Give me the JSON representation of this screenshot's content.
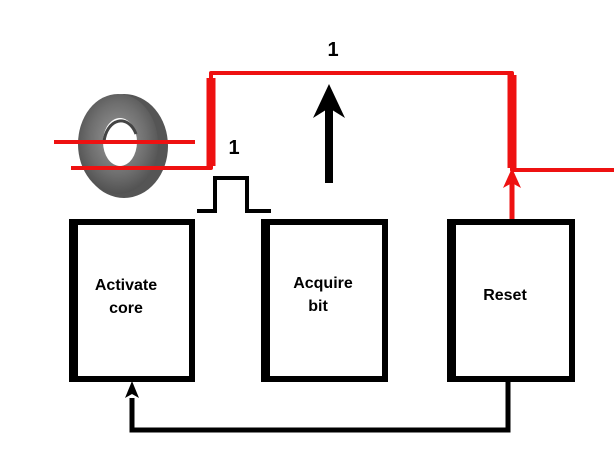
{
  "diagram": {
    "labels": {
      "top_bit_value": "1",
      "pulse_value": "1"
    },
    "blocks": [
      {
        "id": "activate",
        "line1": "Activate",
        "line2": "core"
      },
      {
        "id": "acquire",
        "line1": "Acquire",
        "line2": "bit"
      },
      {
        "id": "reset",
        "line1": "Reset",
        "line2": ""
      }
    ],
    "colors": {
      "signal": "#ee1111",
      "block_border": "#000000",
      "core": "#6b6b6b"
    },
    "elements": {
      "core": "ferrite-toroid-core",
      "pulse": "square-pulse",
      "magnetization_arrow": "up-arrow",
      "feedback_loop": "reset-to-activate"
    }
  }
}
